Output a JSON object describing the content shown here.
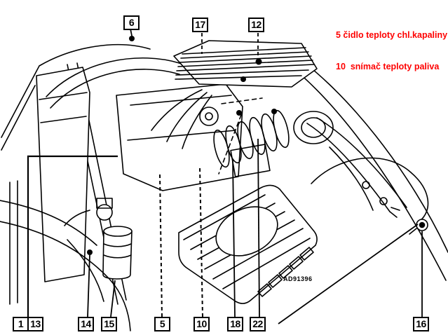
{
  "figure": {
    "code": "AD91396",
    "background": "#ffffff",
    "line_color": "#000000",
    "description": "engine-bay parts diagram"
  },
  "legend": {
    "color": "#fe0000",
    "lines": [
      "5 čidlo teploty chl.kapaliny",
      "10  snímač teploty paliva"
    ]
  },
  "callouts": {
    "top": [
      {
        "label": "6"
      },
      {
        "label": "17"
      },
      {
        "label": "12"
      }
    ],
    "bottom": [
      {
        "label": "1"
      },
      {
        "label": "13"
      },
      {
        "label": "14"
      },
      {
        "label": "15"
      },
      {
        "label": "5"
      },
      {
        "label": "10"
      },
      {
        "label": "18"
      },
      {
        "label": "22"
      },
      {
        "label": "16"
      }
    ]
  }
}
